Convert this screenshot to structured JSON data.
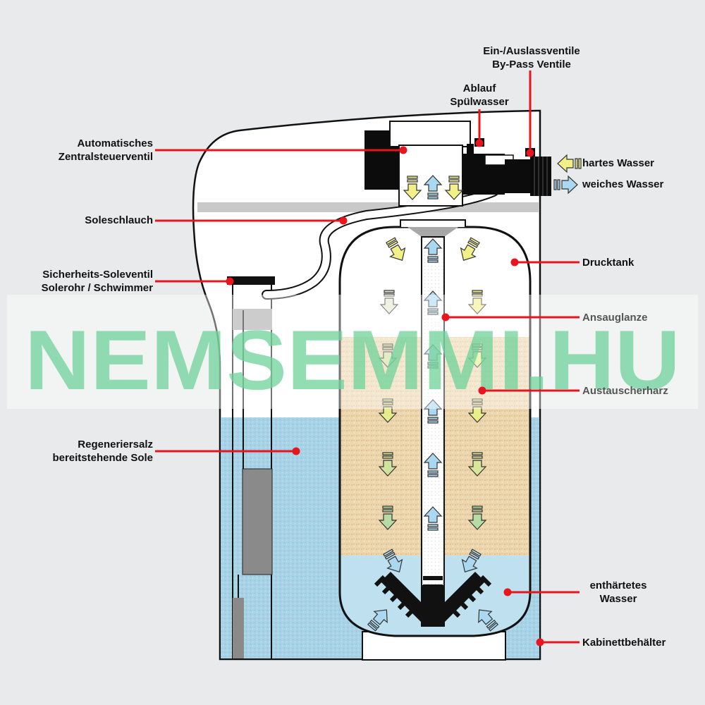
{
  "labels": {
    "ein_auslass": "Ein-/Auslassventile",
    "bypass": "By-Pass Ventile",
    "ablauf": "Ablauf",
    "spuelwasser": "Spülwasser",
    "auto": "Automatisches",
    "zentral": "Zentralsteuerventil",
    "hartes": "hartes Wasser",
    "weiches": "weiches Wasser",
    "soleschlauch": "Soleschlauch",
    "drucktank": "Drucktank",
    "sicherheit": "Sicherheits-Soleventil",
    "solerohr": "Solerohr / Schwimmer",
    "ansauglanze": "Ansauglanze",
    "austauscherharz": "Austauscherharz",
    "regeneriersalz": "Regeneriersalz",
    "sole": "bereitstehende Sole",
    "enthaertetes": "enthärtetes",
    "wasser": "Wasser",
    "kabinett": "Kabinettbehälter"
  },
  "watermark": "NEMSEMMI.HU",
  "colors": {
    "leader": "#e8141e",
    "brine": "#a8d2e6",
    "resin": "#ecd6ad",
    "softened": "#bfe0ef",
    "arrow_hard": "#f3f08a",
    "arrow_soft": "#a9d8f0",
    "watermark": "#6fd29a"
  },
  "icons": [
    "arrow-down-icon",
    "arrow-up-icon",
    "arrow-left-icon",
    "arrow-right-icon"
  ]
}
